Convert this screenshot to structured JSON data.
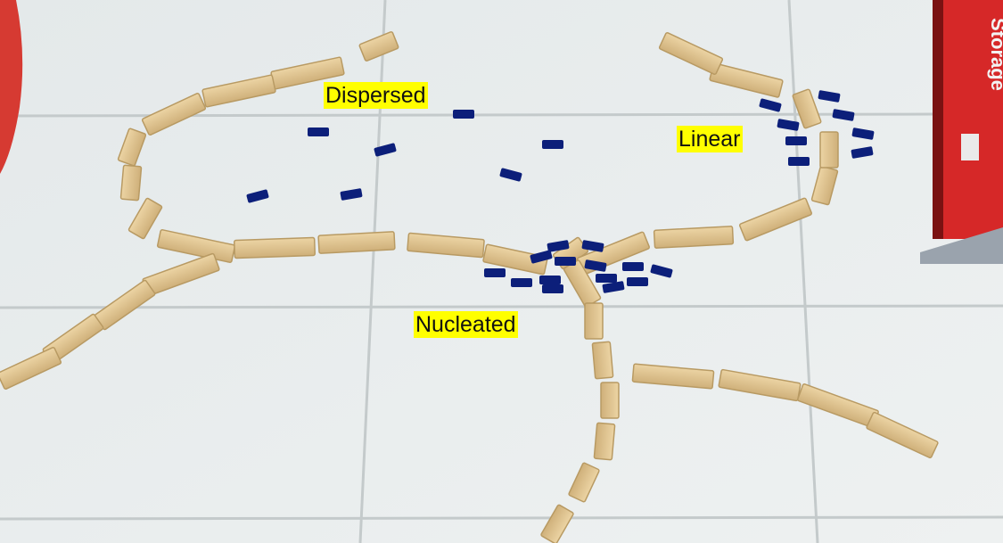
{
  "labels": {
    "dispersed": "Dispersed",
    "linear": "Linear",
    "nucleated": "Nucleated"
  },
  "colors": {
    "floor": "#e9edee",
    "grout": "#c9cfd0",
    "wood": "#e2c795",
    "wood_edge": "#b89a63",
    "token": "#0c1f7a",
    "box_red": "#d62828",
    "label_bg": "#ffff00"
  },
  "storage_box_text": "Storage"
}
